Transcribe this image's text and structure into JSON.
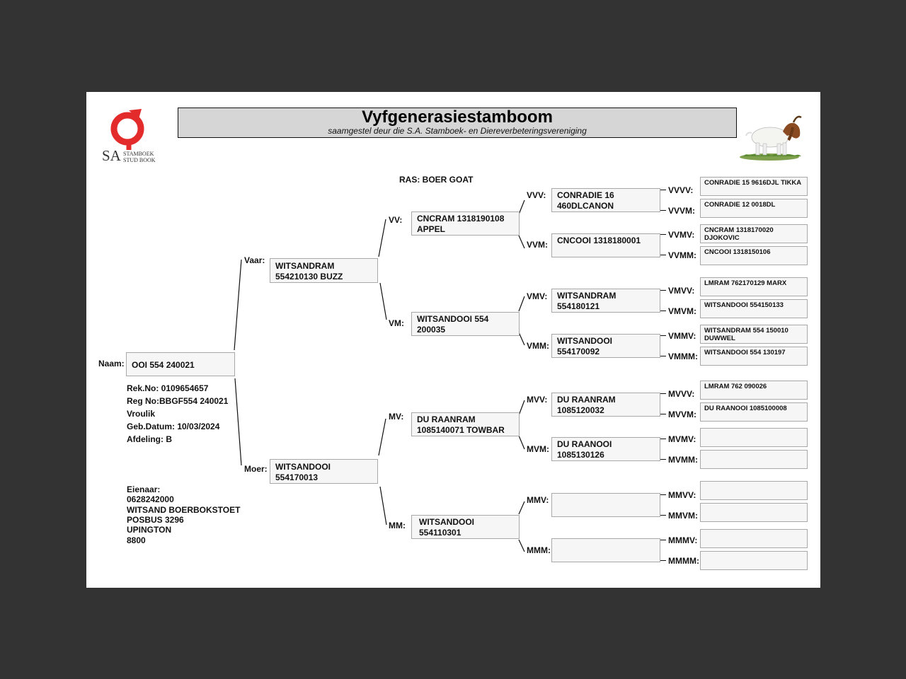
{
  "header": {
    "title": "Vyfgenerasiestamboom",
    "subtitle": "saamgestel deur die S.A. Stamboek- en Diereverbeteringsvereniging"
  },
  "logo": {
    "sa_text": "SA",
    "line1": "STAMBOEK",
    "line2": "STUD BOOK",
    "accent_color": "#e32b2b"
  },
  "breed": "RAS: BOER GOAT",
  "animal": {
    "label": "Naam:",
    "name": "OOI 554 240021",
    "rek_no": "Rek.No: 0109654657",
    "reg_no": "Reg No:BBGF554 240021",
    "sex": "Vroulik",
    "birth_date": "Geb.Datum: 10/03/2024",
    "section": "Afdeling: B"
  },
  "owner": {
    "label": "Eienaar:",
    "lines": [
      "0628242000",
      "WITSAND BOERBOKSTOET",
      "POSBUS 3296",
      "UPINGTON",
      "8800"
    ]
  },
  "parents": {
    "sire": {
      "label": "Vaar:",
      "line1": "WITSANDRAM",
      "line2": "554210130 BUZZ"
    },
    "dam": {
      "label": "Moer:",
      "line1": "WITSANDOOI",
      "line2": "554170013"
    }
  },
  "grandparents": {
    "vv": {
      "label": "VV:",
      "line1": "CNCRAM 1318190108",
      "line2": "APPEL"
    },
    "vm": {
      "label": "VM:",
      "line1": "WITSANDOOI 554",
      "line2": "200035"
    },
    "mv": {
      "label": "MV:",
      "line1": "DU RAANRAM",
      "line2": "1085140071 TOWBAR"
    },
    "mm": {
      "label": "MM:",
      "line1": "WITSANDOOI",
      "line2": "554110301"
    }
  },
  "great_grandparents": {
    "vvv": {
      "label": "VVV:",
      "line1": "CONRADIE 16",
      "line2": "460DLCANON"
    },
    "vvm": {
      "label": "VVM:",
      "line1": "CNCOOI 1318180001",
      "line2": ""
    },
    "vmv": {
      "label": "VMV:",
      "line1": "WITSANDRAM",
      "line2": "554180121"
    },
    "vmm": {
      "label": "VMM:",
      "line1": "WITSANDOOI",
      "line2": "554170092"
    },
    "mvv": {
      "label": "MVV:",
      "line1": "DU RAANRAM",
      "line2": "1085120032"
    },
    "mvm": {
      "label": "MVM:",
      "line1": "DU RAANOOI",
      "line2": "1085130126"
    },
    "mmv": {
      "label": "MMV:",
      "line1": "",
      "line2": ""
    },
    "mmm": {
      "label": "MMM:",
      "line1": "",
      "line2": ""
    }
  },
  "gen4": {
    "vvvv": {
      "label": "VVVV:",
      "line1": "CONRADIE 15 9616DJL TIKKA",
      "line2": ""
    },
    "vvvm": {
      "label": "VVVM:",
      "line1": "CONRADIE 12 0018DL",
      "line2": ""
    },
    "vvmv": {
      "label": "VVMV:",
      "line1": "CNCRAM 1318170020",
      "line2": "DJOKOVIC"
    },
    "vvmm": {
      "label": "VVMM:",
      "line1": "CNCOOI 1318150106",
      "line2": ""
    },
    "vmvv": {
      "label": "VMVV:",
      "line1": "LMRAM 762170129 MARX",
      "line2": ""
    },
    "vmvm": {
      "label": "VMVM:",
      "line1": "WITSANDOOI 554150133",
      "line2": ""
    },
    "vmmv": {
      "label": "VMMV:",
      "line1": "WITSANDRAM 554 150010",
      "line2": "DUWWEL"
    },
    "vmmm": {
      "label": "VMMM:",
      "line1": "WITSANDOOI 554 130197",
      "line2": ""
    },
    "mvvv": {
      "label": "MVVV:",
      "line1": "LMRAM 762 090026",
      "line2": ""
    },
    "mvvm": {
      "label": "MVVM:",
      "line1": "DU RAANOOI 1085100008",
      "line2": ""
    },
    "mvmv": {
      "label": "MVMV:",
      "line1": "",
      "line2": ""
    },
    "mvmm": {
      "label": "MVMM:",
      "line1": "",
      "line2": ""
    },
    "mmvv": {
      "label": "MMVV:",
      "line1": "",
      "line2": ""
    },
    "mmvm": {
      "label": "MMVM:",
      "line1": "",
      "line2": ""
    },
    "mmmv": {
      "label": "MMMV:",
      "line1": "",
      "line2": ""
    },
    "mmmm": {
      "label": "MMMM:",
      "line1": "",
      "line2": ""
    }
  }
}
